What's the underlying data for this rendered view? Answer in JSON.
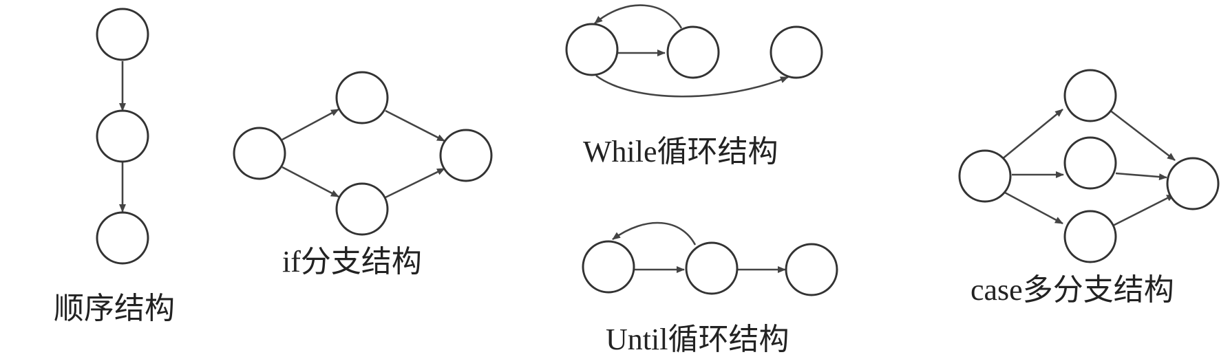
{
  "colors": {
    "line": "#444444",
    "node_stroke": "#333333",
    "background": "#ffffff"
  },
  "captions": {
    "sequence": "顺序结构",
    "if_branch": "if分支结构",
    "while_loop": "While循环结构",
    "until_loop": "Until循环结构",
    "case_branch": "case多分支结构"
  }
}
